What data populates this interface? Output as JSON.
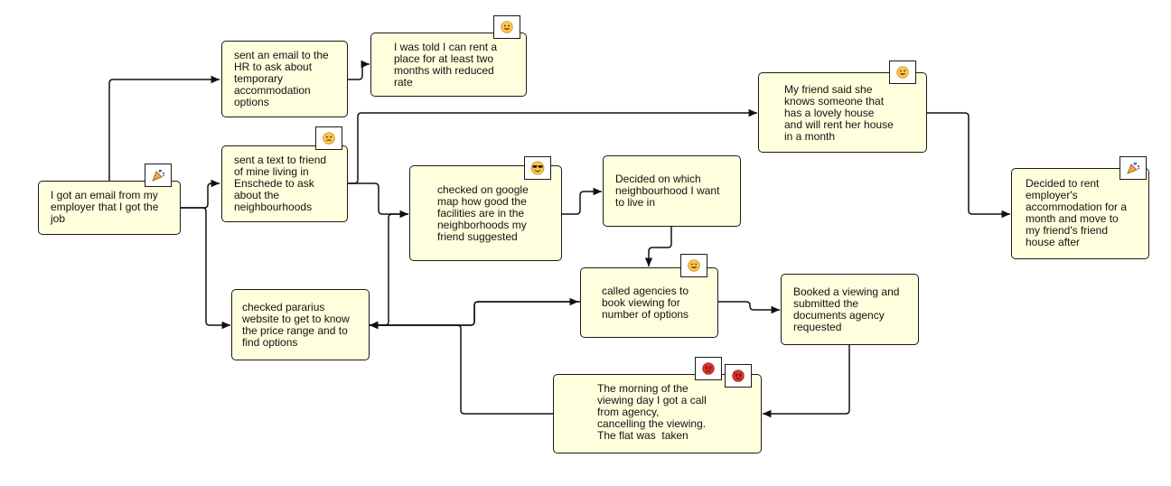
{
  "nodes": {
    "got_email": "I got an email from my\nemployer that I got the\njob",
    "sent_email_hr": "sent an email to the\nHR to ask about\ntemporary\naccommodation\noptions",
    "told_rent": "I was told I can rent a\nplace for at least two\nmonths with reduced\nrate",
    "sent_text": "sent a text to friend\nof mine living in\nEnschede to ask\nabout the\nneighbourhoods",
    "checked_pararius": "checked pararius\nwebsite to get to know\nthe price range and to\nfind options",
    "checked_google": "checked on google\nmap how good the\nfacilities are in the\nneighborhoods my\nfriend suggested",
    "decided_neighbourhood": "Decided on which\nneighbourhood I want\nto live in",
    "called_agencies": "called agencies to\nbook viewing for\nnumber of options",
    "booked_viewing": "Booked a viewing and\nsubmitted the\ndocuments agency\nrequested",
    "morning_viewing": "The morning of the\nviewing day I got a call\nfrom agency,\ncancelling the viewing.\nThe flat was  taken",
    "friend_said": "My friend said she\nknows someone that\nhas a lovely house\nand will rent her house\nin a month",
    "decided_rent": "Decided to rent\nemployer's\naccommodation for a\nmonth and move to\nmy friend's friend\nhouse after"
  },
  "emotions": {
    "got_email": "party-popper-icon",
    "told_rent": "grinning-face-icon",
    "sent_text": "neutral-face-icon",
    "checked_google": "sunglasses-face-icon",
    "called_agencies": "grinning-face-icon",
    "morning_viewing": [
      "angry-face-icon",
      "angry-face-icon"
    ],
    "friend_said": "grinning-face-icon",
    "decided_rent": "party-popper-icon"
  },
  "colors": {
    "node_fill": "#ffffdd",
    "stroke": "#1a1a1a",
    "face": "#f7c948",
    "angry": "#e0342b"
  }
}
